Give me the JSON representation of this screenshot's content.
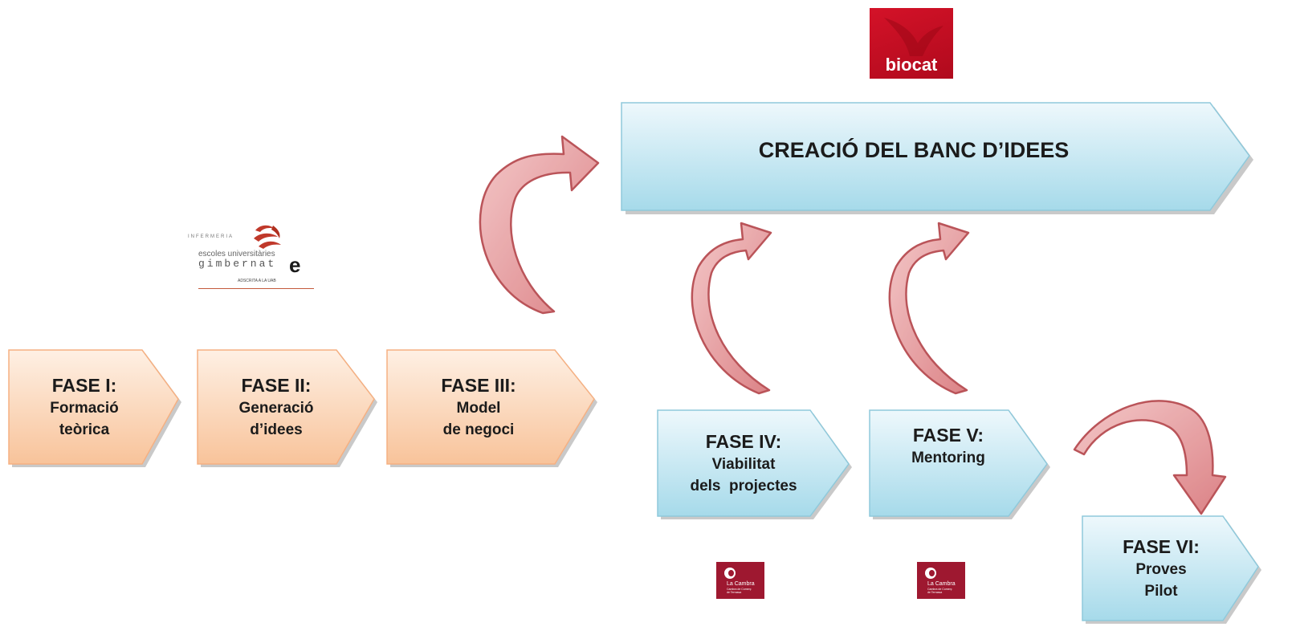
{
  "banner": {
    "title": "CREACIÓ DEL BANC D’IDEES"
  },
  "phases": [
    {
      "title": "FASE I:",
      "line1": "Formació",
      "line2": "teòrica"
    },
    {
      "title": "FASE II:",
      "line1": "Generació",
      "line2": "d’idees"
    },
    {
      "title": "FASE III:",
      "line1": "Model",
      "line2": "de negoci"
    },
    {
      "title": "FASE IV:",
      "line1": "Viabilitat",
      "line2": "dels  projectes"
    },
    {
      "title": "FASE V:",
      "line1": "Mentoring",
      "line2": ""
    },
    {
      "title": "FASE VI:",
      "line1": "Proves",
      "line2": "Pilot"
    }
  ],
  "logos": {
    "biocat": {
      "text": "biocat",
      "color": "#c8102e"
    },
    "gimbernat": {
      "infermeria": "INFERMERIA",
      "line1": "escoles universitàries",
      "line2": "gimbernat",
      "line3": "ADSCRITA A LA UAB",
      "mark": "e"
    },
    "cambra": {
      "name": "La Cambra",
      "sub1": "Cambra de Comerç",
      "sub2": "de Terrassa",
      "color": "#9e1830"
    }
  },
  "colors": {
    "orange_box_top": "#fde9d9",
    "orange_box_bottom": "#f8c59a",
    "orange_border": "#f5b082",
    "blue_box_top": "#e8f6fb",
    "blue_box_bottom": "#a9dcec",
    "blue_border": "#8fc9db",
    "arrow_fill": "#e5999c",
    "arrow_stroke": "#b5464b"
  }
}
